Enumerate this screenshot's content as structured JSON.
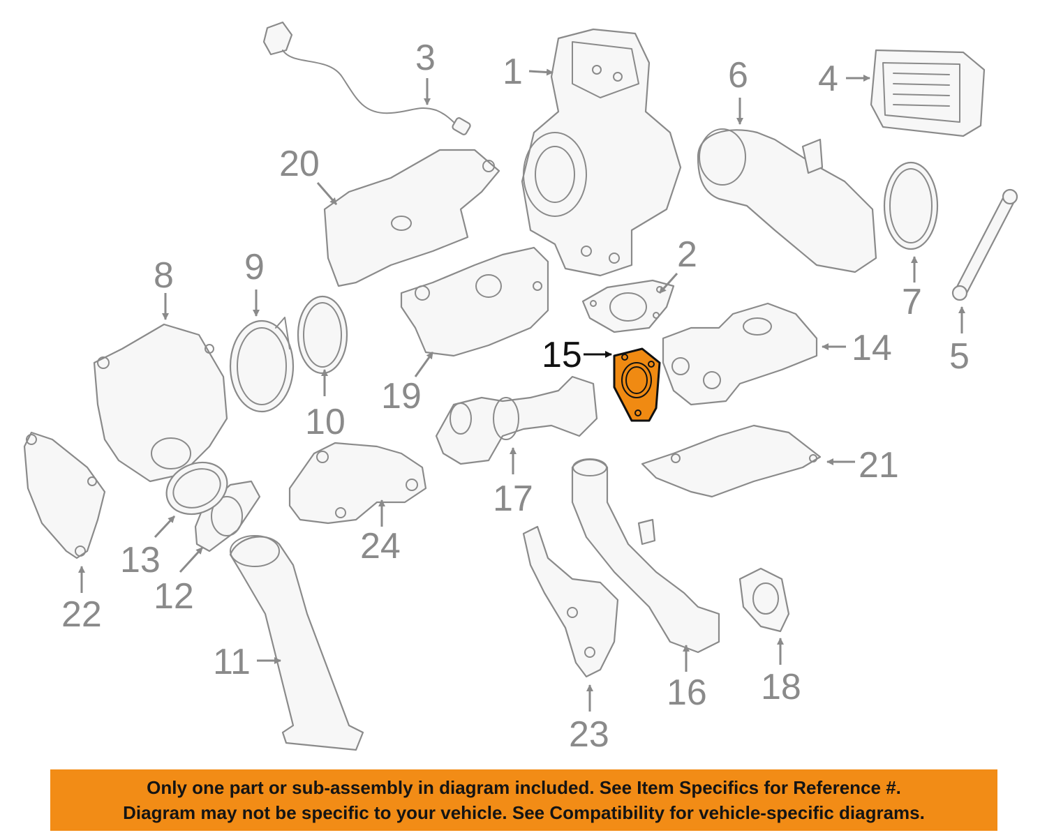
{
  "colors": {
    "banner_bg": "#f28c16",
    "highlight_fill": "#f08a12",
    "line_gray": "#8a8a8a",
    "text_dark": "#141414"
  },
  "callouts": {
    "c1": "1",
    "c2": "2",
    "c3": "3",
    "c4": "4",
    "c5": "5",
    "c6": "6",
    "c7": "7",
    "c8": "8",
    "c9": "9",
    "c10": "10",
    "c11": "11",
    "c12": "12",
    "c13": "13",
    "c14": "14",
    "c15": "15",
    "c16": "16",
    "c17": "17",
    "c18": "18",
    "c19": "19",
    "c20": "20",
    "c21": "21",
    "c22": "22",
    "c23": "23",
    "c24": "24"
  },
  "highlighted_part": "15",
  "banner": {
    "line1": "Only one part or sub-assembly in diagram included. See Item Specifics for Reference #.",
    "line2": "Diagram may not be specific to your vehicle. See Compatibility for vehicle-specific diagrams."
  }
}
